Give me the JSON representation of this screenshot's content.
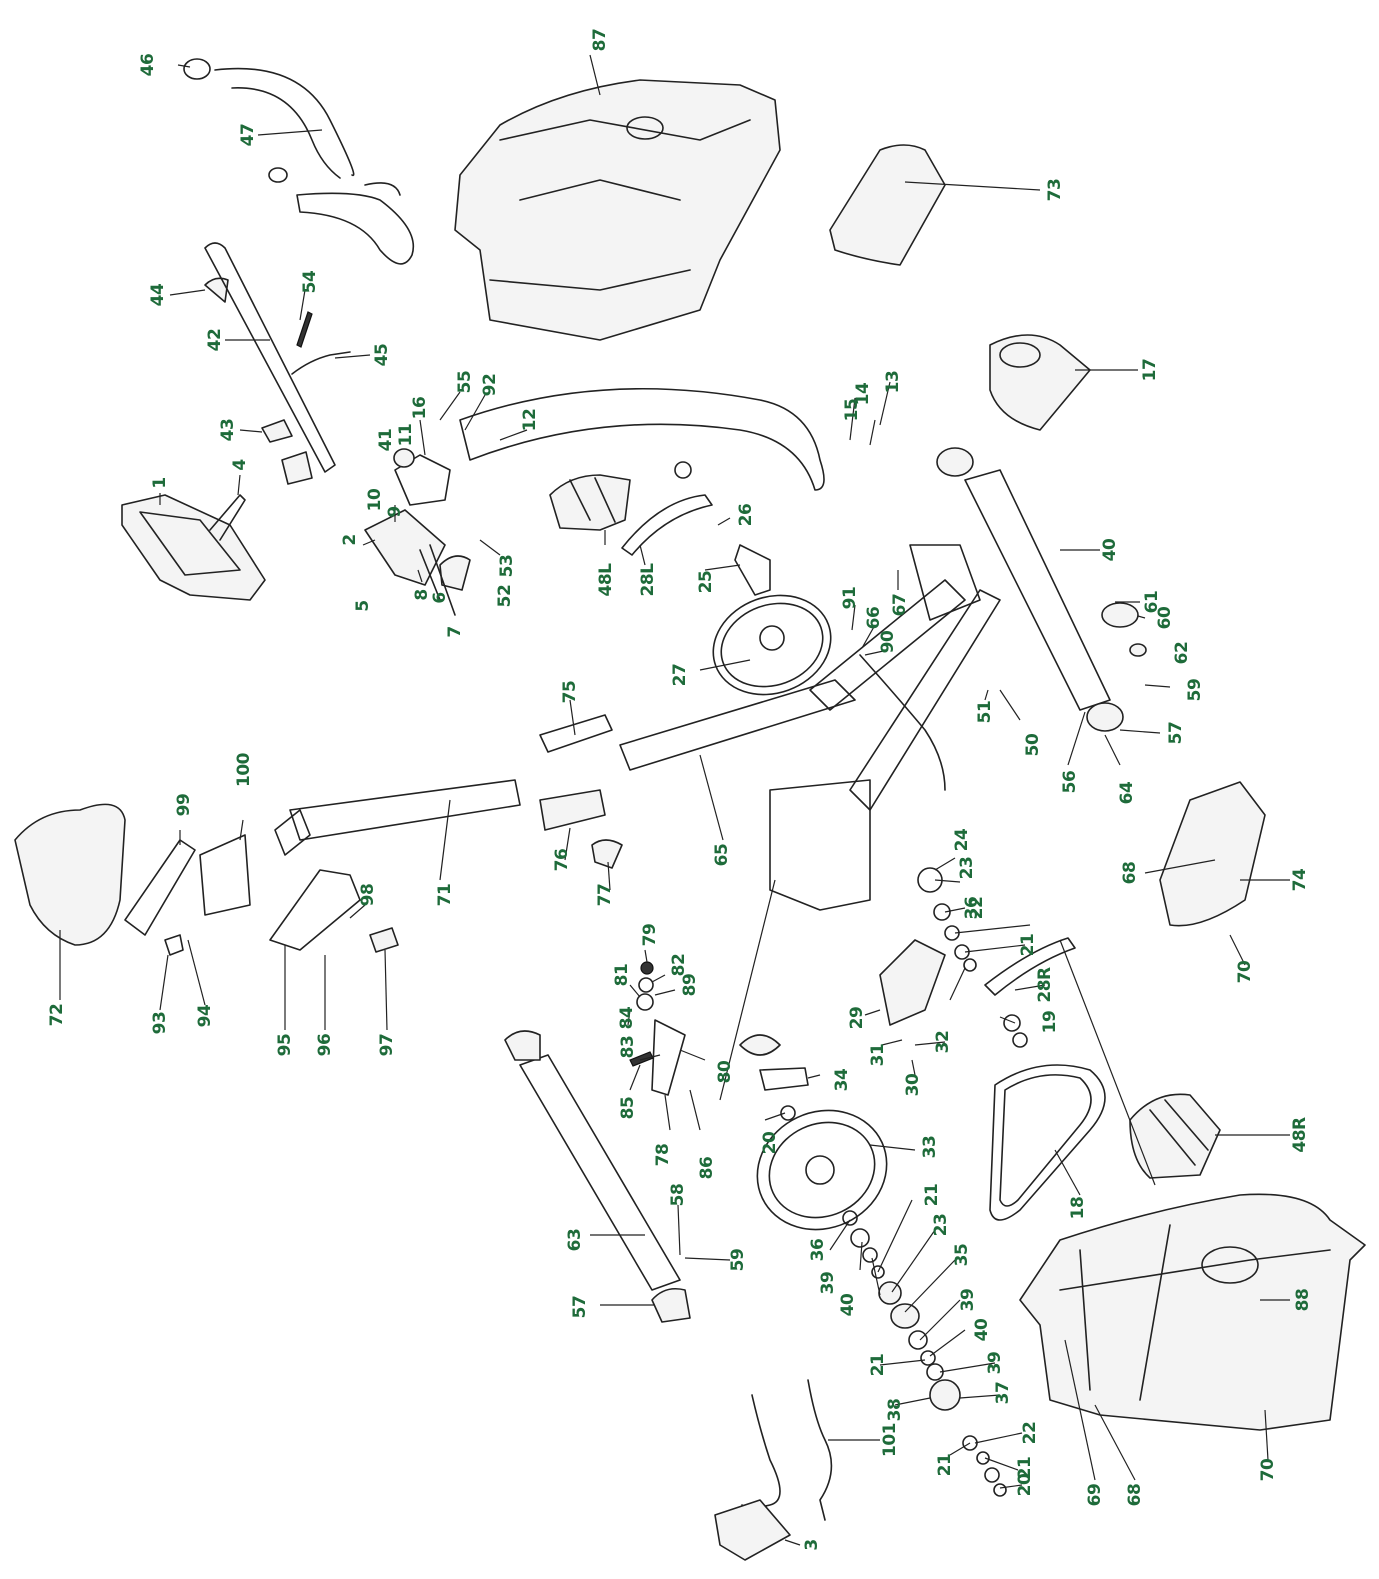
{
  "colors": {
    "label": "#1e6b3a",
    "line": "#222222",
    "background": "#ffffff"
  },
  "labels": [
    "46",
    "47",
    "87",
    "73",
    "44",
    "54",
    "42",
    "45",
    "43",
    "1",
    "4",
    "16",
    "55",
    "92",
    "12",
    "41",
    "11",
    "9",
    "10",
    "2",
    "5",
    "8",
    "6",
    "7",
    "52",
    "53",
    "48L",
    "28L",
    "26",
    "25",
    "27",
    "14",
    "15",
    "13",
    "17",
    "40",
    "91",
    "66",
    "90",
    "67",
    "61",
    "60",
    "62",
    "59",
    "51",
    "50",
    "57",
    "64",
    "56",
    "75",
    "65",
    "76",
    "77",
    "99",
    "100",
    "71",
    "72",
    "93",
    "94",
    "95",
    "96",
    "97",
    "98",
    "79",
    "82",
    "89",
    "81",
    "84",
    "83",
    "80",
    "78",
    "85",
    "86",
    "34",
    "20",
    "33",
    "22",
    "24",
    "23",
    "36",
    "21",
    "19",
    "28R",
    "29",
    "31",
    "32",
    "30",
    "48R",
    "18",
    "68",
    "74",
    "70",
    "63",
    "58",
    "59",
    "57",
    "36",
    "39",
    "40",
    "21",
    "23",
    "35",
    "39",
    "40",
    "21",
    "39",
    "38",
    "37",
    "22",
    "21",
    "21",
    "20",
    "101",
    "3",
    "69",
    "68",
    "70",
    "88"
  ]
}
